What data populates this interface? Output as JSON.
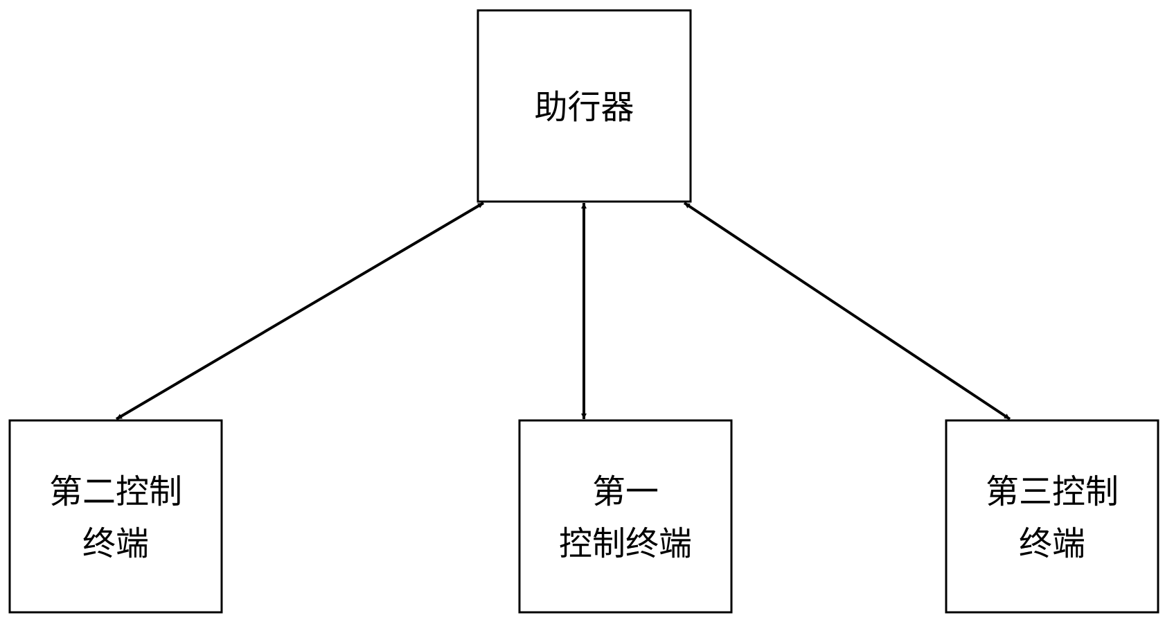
{
  "nodes": [
    {
      "id": "assist",
      "lines": [
        "助行器"
      ]
    },
    {
      "id": "second",
      "lines": [
        "第二控制",
        "终端"
      ]
    },
    {
      "id": "first",
      "lines": [
        "第一",
        "控制终端"
      ]
    },
    {
      "id": "third",
      "lines": [
        "第三控制",
        "终端"
      ]
    }
  ],
  "edges": [
    {
      "from": "assist",
      "to": "second",
      "direction": "both"
    },
    {
      "from": "assist",
      "to": "first",
      "direction": "both"
    },
    {
      "from": "assist",
      "to": "third",
      "direction": "both"
    }
  ],
  "colors": {
    "stroke": "#000000",
    "background": "#ffffff"
  }
}
